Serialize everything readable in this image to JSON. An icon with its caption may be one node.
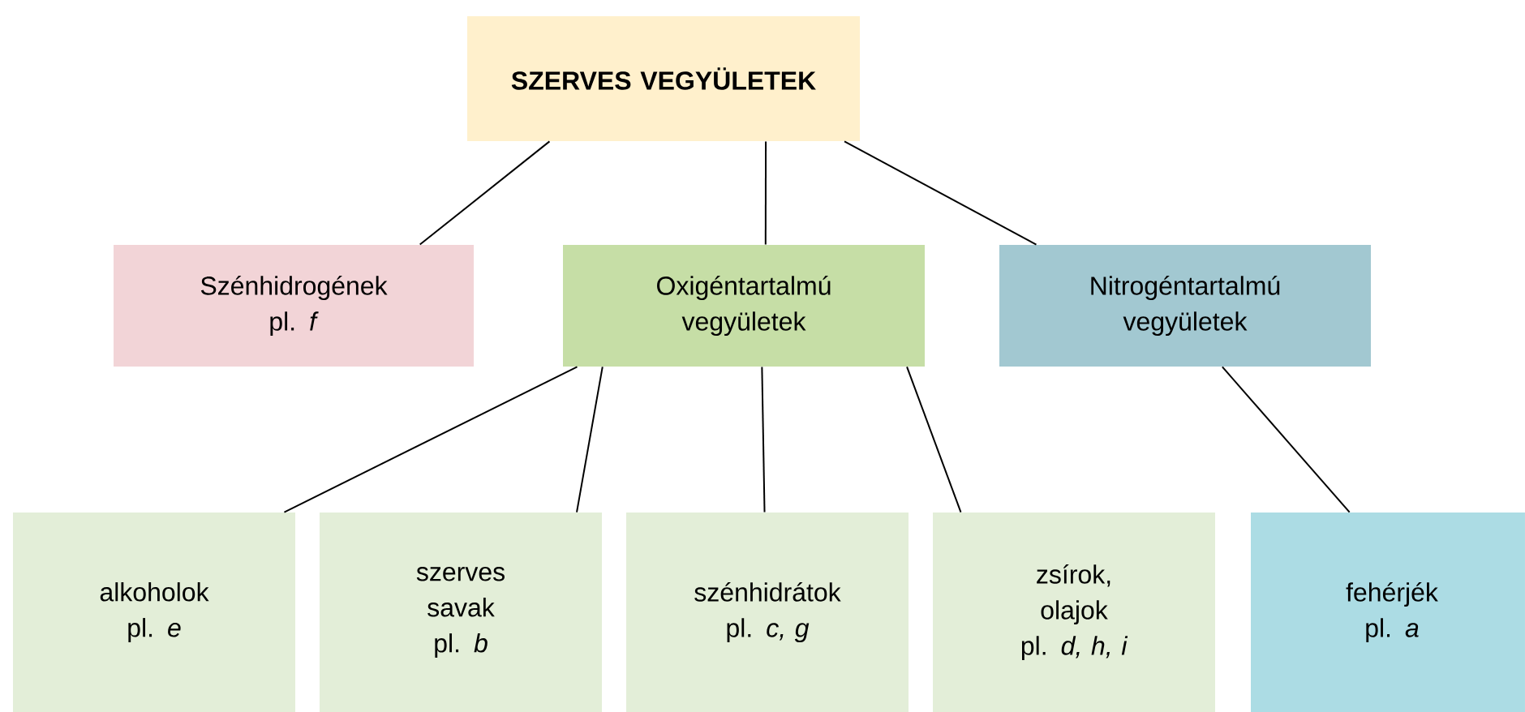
{
  "diagram": {
    "nodes": [
      {
        "text": [
          "SZERVES VEGYÜLETEK"
        ]
      },
      {
        "text": [
          "Szénhidrogének",
          "pl. *f*"
        ]
      },
      {
        "text": [
          "Oxigéntartalmú vegyületek"
        ]
      },
      {
        "text": [
          "Nitrogéntartalmú vegyületek"
        ]
      },
      {
        "text": [
          "alkoholok",
          "pl. *e*"
        ]
      },
      {
        "text": [
          "szerves savak",
          "pl. *b*"
        ]
      },
      {
        "text": [
          "szénhidrátok",
          "pl. *c, g*"
        ]
      },
      {
        "text": [
          "zsírok, olajok",
          "pl. *d, h, i*"
        ]
      },
      {
        "text": [
          "fehérjék",
          "pl. *a*"
        ]
      }
    ],
    "edges": [
      {
        "from": 0,
        "to": 1,
        "arrow": "none"
      },
      {
        "from": 0,
        "to": 2,
        "arrow": "none"
      },
      {
        "from": 0,
        "to": 3,
        "arrow": "none"
      },
      {
        "from": 2,
        "to": 4,
        "arrow": "none"
      },
      {
        "from": 2,
        "to": 5,
        "arrow": "none"
      },
      {
        "from": 2,
        "to": 6,
        "arrow": "none"
      },
      {
        "from": 2,
        "to": 7,
        "arrow": "none"
      },
      {
        "from": 3,
        "to": 8,
        "arrow": "none"
      }
    ]
  }
}
